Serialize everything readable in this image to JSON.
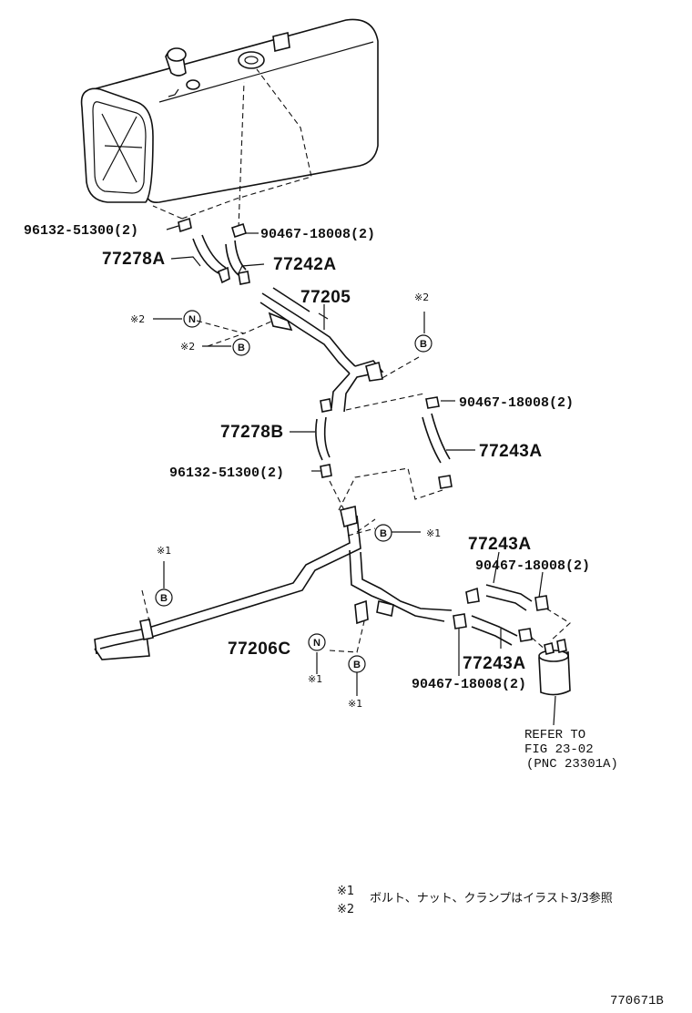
{
  "labels": {
    "l_96132_top": "96132-51300(2)",
    "l_90467_top": "90467-18008(2)",
    "l_77278A": "77278A",
    "l_77242A": "77242A",
    "l_77205": "77205",
    "l_90467_mid": "90467-18008(2)",
    "l_77278B": "77278B",
    "l_77243A_1": "77243A",
    "l_96132_mid": "96132-51300(2)",
    "l_77243A_2": "77243A",
    "l_90467_right": "90467-18008(2)",
    "l_77206C": "77206C",
    "l_77243A_3": "77243A",
    "l_90467_bottom": "90467-18008(2)"
  },
  "refer": {
    "line1": "REFER TO",
    "line2": "FIG 23-02",
    "line3": "(PNC 23301A)"
  },
  "markers": {
    "n1": "N",
    "b1": "B",
    "b2": "B",
    "b3": "B",
    "b4": "B",
    "n2": "N",
    "b5": "B"
  },
  "marks": {
    "m_n1": "※2",
    "m_b1": "※2",
    "m_b2": "※2",
    "m_b3": "※1",
    "m_b4": "※1",
    "m_n2": "※1",
    "m_b5": "※1"
  },
  "notes": {
    "note1_mark": "※1",
    "note1_text": "ボルト、ナット、クランプはイラスト3/3参照",
    "note2_mark": "※2"
  },
  "figure_id": "770671B"
}
